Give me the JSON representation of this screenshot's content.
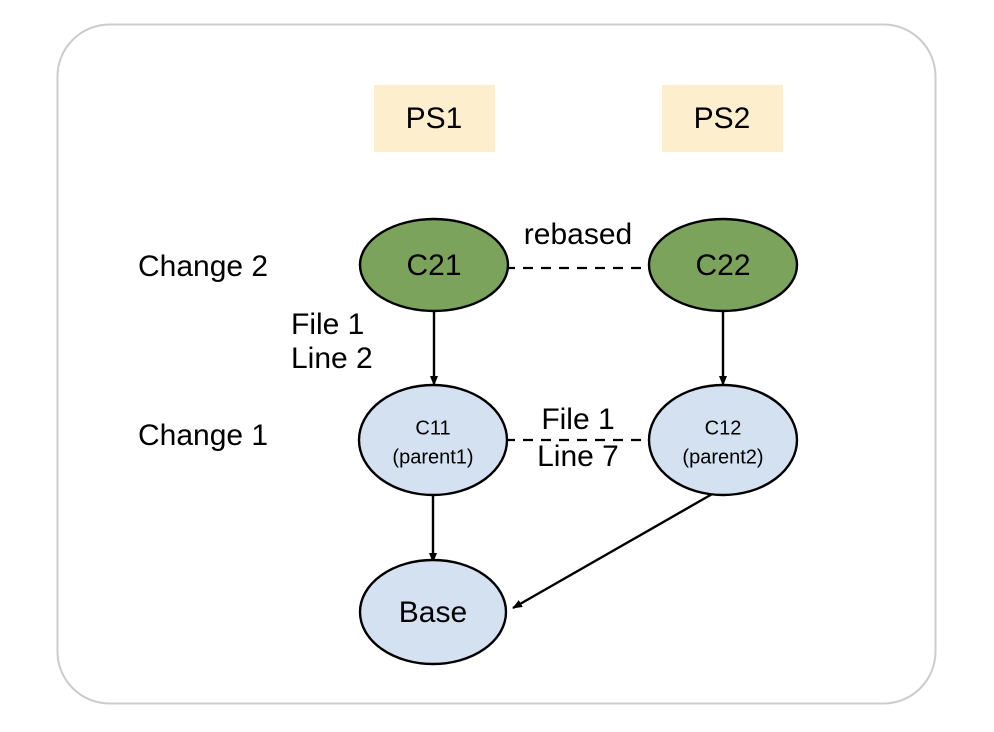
{
  "figure": {
    "frame": {
      "border_color": "#cccccc"
    },
    "palette": {
      "green_fill": "#7ba35b",
      "blue_fill": "#d4e1f0",
      "cream_fill": "#fdeece",
      "stroke": "#000000",
      "frame_stroke": "#cccccc"
    }
  },
  "patchset_headers": [
    {
      "id": "ps1",
      "label": "PS1"
    },
    {
      "id": "ps2",
      "label": "PS2"
    }
  ],
  "row_labels": [
    {
      "id": "change2",
      "label": "Change 2"
    },
    {
      "id": "change1",
      "label": "Change 1"
    }
  ],
  "nodes": [
    {
      "id": "c21",
      "label": "C21",
      "sublabel": "",
      "fill": "green"
    },
    {
      "id": "c22",
      "label": "C22",
      "sublabel": "",
      "fill": "green"
    },
    {
      "id": "c11",
      "label": "C11",
      "sublabel": "(parent1)",
      "fill": "blue"
    },
    {
      "id": "c12",
      "label": "C12",
      "sublabel": "(parent2)",
      "fill": "blue"
    },
    {
      "id": "base",
      "label": "Base",
      "sublabel": "",
      "fill": "blue"
    }
  ],
  "edge_labels": {
    "rebased": "rebased",
    "c21_to_c11_line1": "File 1",
    "c21_to_c11_line2": "Line 2",
    "c11_c12_line1": "File 1",
    "c11_c12_line2": "Line 7"
  }
}
